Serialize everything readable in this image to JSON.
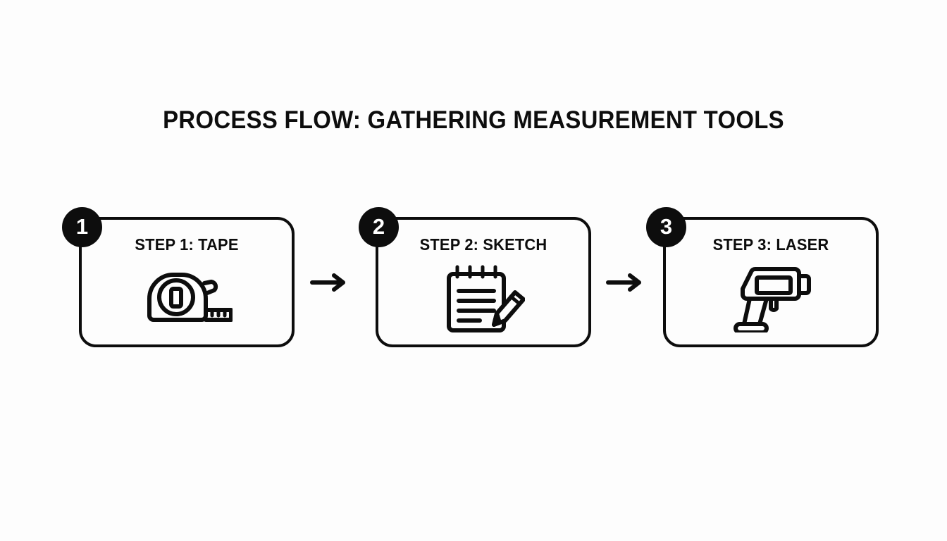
{
  "page": {
    "title": "PROCESS FLOW: GATHERING MEASUREMENT TOOLS",
    "background_color": "#fdfdfd",
    "ink_color": "#0d0d0d",
    "badge_text_color": "#ffffff"
  },
  "flow": {
    "steps": [
      {
        "number": "1",
        "label": "STEP 1: TAPE",
        "icon": "tape-measure-icon"
      },
      {
        "number": "2",
        "label": "STEP 2: SKETCH",
        "icon": "notepad-pencil-icon"
      },
      {
        "number": "3",
        "label": "STEP 3: LASER",
        "icon": "laser-measure-gun-icon"
      }
    ],
    "connectors": [
      {
        "icon": "arrow-right-icon"
      },
      {
        "icon": "arrow-right-icon"
      }
    ]
  }
}
